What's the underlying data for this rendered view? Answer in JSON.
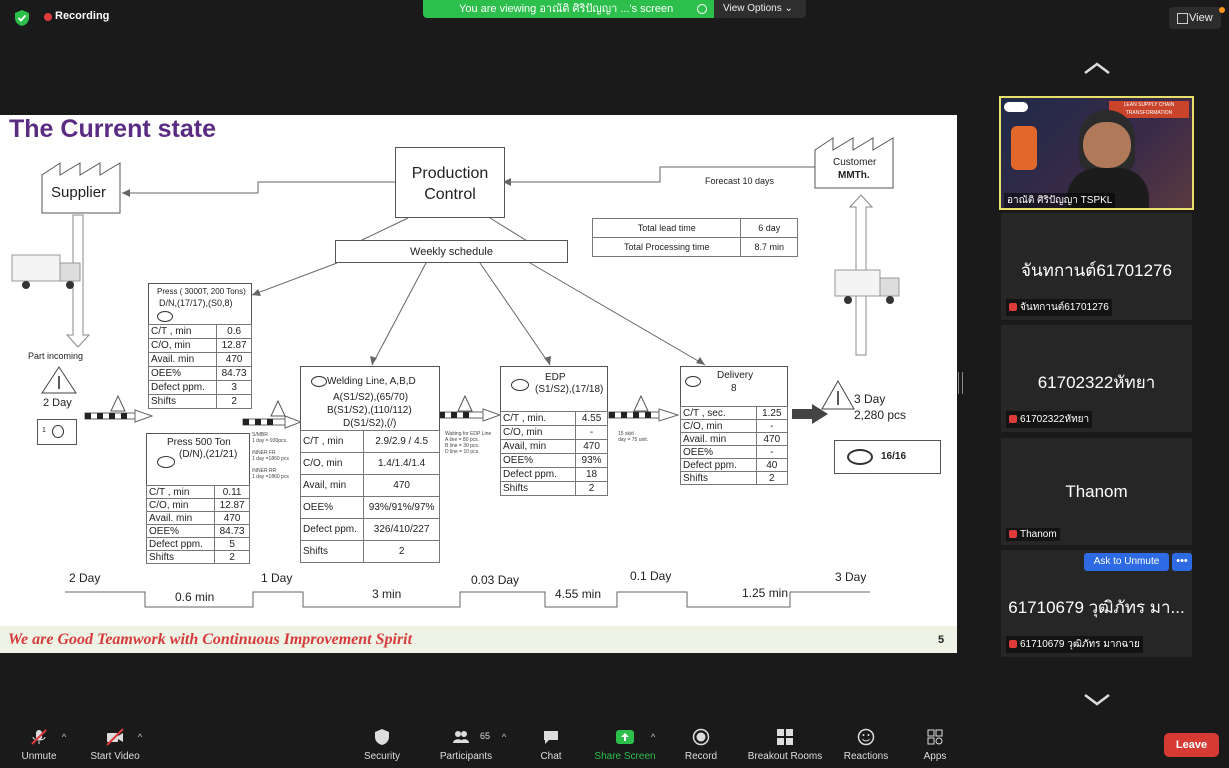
{
  "top": {
    "recording_label": "Recording",
    "viewing_text": "You are viewing อาณัติ ศิริปัญญา ...'s screen",
    "view_options_label": "View Options ⌄",
    "view_label": "View"
  },
  "slide": {
    "title": "The Current state",
    "footer": "We are Good Teamwork with Continuous Improvement Spirit",
    "page_number": "5",
    "supplier": "Supplier",
    "production_control": [
      "Production",
      "Control"
    ],
    "customer": [
      "Customer",
      "MMTh."
    ],
    "forecast": "Forecast 10 days",
    "weekly_schedule": "Weekly schedule",
    "total_lead_time_label": "Total lead time",
    "total_lead_time_value": "6 day",
    "total_processing_label": "Total Processing time",
    "total_processing_value": "8.7 min",
    "part_incoming": "Part incoming",
    "inv_start": "2 Day",
    "inv_start_count": "1",
    "inv_end": "3 Day",
    "inv_end_pcs": "2,280 pcs",
    "shipment": "16/16",
    "press1": {
      "title": "Press ( 3000T, 200 Tons)",
      "sub": "D/N,(17/17),(S0,8)",
      "rows": [
        [
          "C/T , min",
          "0.6"
        ],
        [
          "C/O, min",
          "12.87"
        ],
        [
          "Avail. min",
          "470"
        ],
        [
          "OEE%",
          "84.73"
        ],
        [
          "Defect ppm.",
          "3"
        ],
        [
          "Shifts",
          "2"
        ]
      ]
    },
    "press2": {
      "title": "Press 500 Ton",
      "sub": "(D/N),(21/21)",
      "rows": [
        [
          "C/T , min",
          "0.11"
        ],
        [
          "C/O, min",
          "12.87"
        ],
        [
          "Avail. min",
          "470"
        ],
        [
          "OEE%",
          "84.73"
        ],
        [
          "Defect ppm.",
          "5"
        ],
        [
          "Shifts",
          "2"
        ]
      ]
    },
    "welding": {
      "title": "Welding Line, A,B,D",
      "sub1": "A(S1/S2),(65/70)",
      "sub2": "B(S1/S2),(110/112)",
      "sub3": "D(S1/S2),(/)",
      "rows": [
        [
          "C/T , min",
          "2.9/2.9 / 4.5"
        ],
        [
          "C/O, min",
          "1.4/1.4/1.4"
        ],
        [
          "Avail, min",
          "470"
        ],
        [
          "OEE%",
          "93%/91%/97%"
        ],
        [
          "Defect ppm.",
          "326/410/227"
        ],
        [
          "Shifts",
          "2"
        ]
      ]
    },
    "edp": {
      "title": "EDP",
      "sub": "(S1/S2),(17/18)",
      "rows": [
        [
          "C/T , min.",
          "4.55"
        ],
        [
          "C/O, min",
          "-"
        ],
        [
          "Avail, min",
          "470"
        ],
        [
          "OEE%",
          "93%"
        ],
        [
          "Defect ppm.",
          "18"
        ],
        [
          "Shifts",
          "2"
        ]
      ]
    },
    "delivery": {
      "title": "Delivery",
      "sub": "8",
      "rows": [
        [
          "C/T , sec.",
          "1.25"
        ],
        [
          "C/O, min",
          "-"
        ],
        [
          "Avail. min",
          "470"
        ],
        [
          "OEE%",
          "-"
        ],
        [
          "Defect ppm.",
          "40"
        ],
        [
          "Shifts",
          "2"
        ]
      ]
    },
    "note_press": [
      "S/MBR",
      "1 day = 930pcs.",
      "",
      "INNER FR",
      "1 day =1860 pcs",
      "",
      "INNER RR",
      "1 day =1860 pcs"
    ],
    "note_welding": [
      "Waiting for EDP Line",
      "A line = 80 pcs.",
      "B line = 30 pcs.",
      "D line = 10 pcs."
    ],
    "note_edp": [
      "15 skid",
      "day = 75 unit."
    ],
    "timeline_days": [
      "2 Day",
      "1 Day",
      "0.03 Day",
      "0.1 Day",
      "3 Day"
    ],
    "timeline_mins": [
      "0.6 min",
      "3 min",
      "4.55 min",
      "1.25 min"
    ]
  },
  "participants": {
    "presenter_label": "อาณัติ ศิริปัญญา TSPKL",
    "presenter_banner": "LEAN SUPPLY CHAIN TRANSFORMATION",
    "tiles": [
      {
        "name": "จันทกานต์61701276",
        "label": "จันทกานต์61701276"
      },
      {
        "name": "61702322หัทยา",
        "label": "61702322หัทยา"
      },
      {
        "name": "Thanom",
        "label": "Thanom"
      },
      {
        "name": "61710679 วุฒิภัทร มา...",
        "label": "61710679 วุฒิภัทร มากฉาย"
      }
    ],
    "ask_unmute": "Ask to Unmute",
    "more": "•••"
  },
  "toolbar": {
    "unmute": "Unmute",
    "start_video": "Start Video",
    "security": "Security",
    "participants": "Participants",
    "participants_count": "65",
    "chat": "Chat",
    "share_screen": "Share Screen",
    "record": "Record",
    "breakout": "Breakout Rooms",
    "reactions": "Reactions",
    "apps": "Apps",
    "leave": "Leave"
  }
}
